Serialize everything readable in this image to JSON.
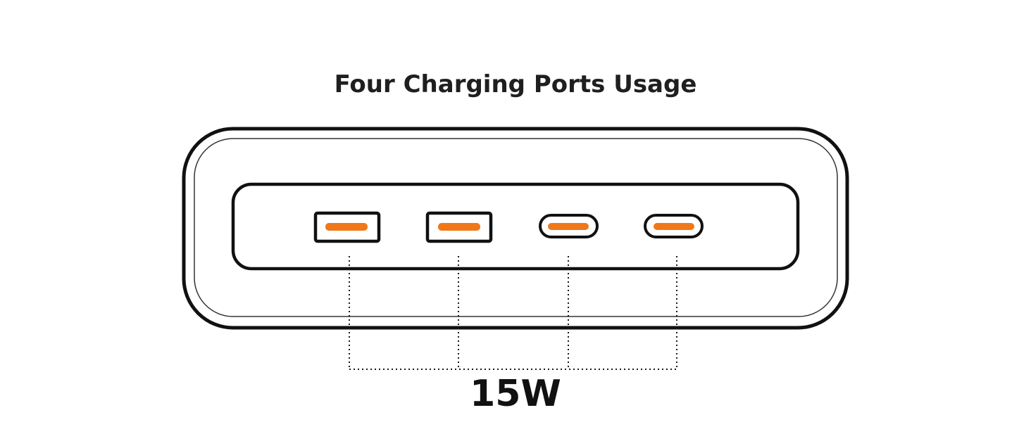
{
  "title": "Four Charging Ports Usage",
  "power": "15W",
  "colors": {
    "outline": "#111111",
    "port_fill": "#f07819",
    "connector": "#1a1a1a",
    "background": "#ffffff"
  },
  "ports": [
    {
      "type": "usb-a",
      "icon": "usb-a-port-icon"
    },
    {
      "type": "usb-a",
      "icon": "usb-a-port-icon"
    },
    {
      "type": "usb-c",
      "icon": "usb-c-port-icon"
    },
    {
      "type": "usb-c",
      "icon": "usb-c-port-icon"
    }
  ]
}
